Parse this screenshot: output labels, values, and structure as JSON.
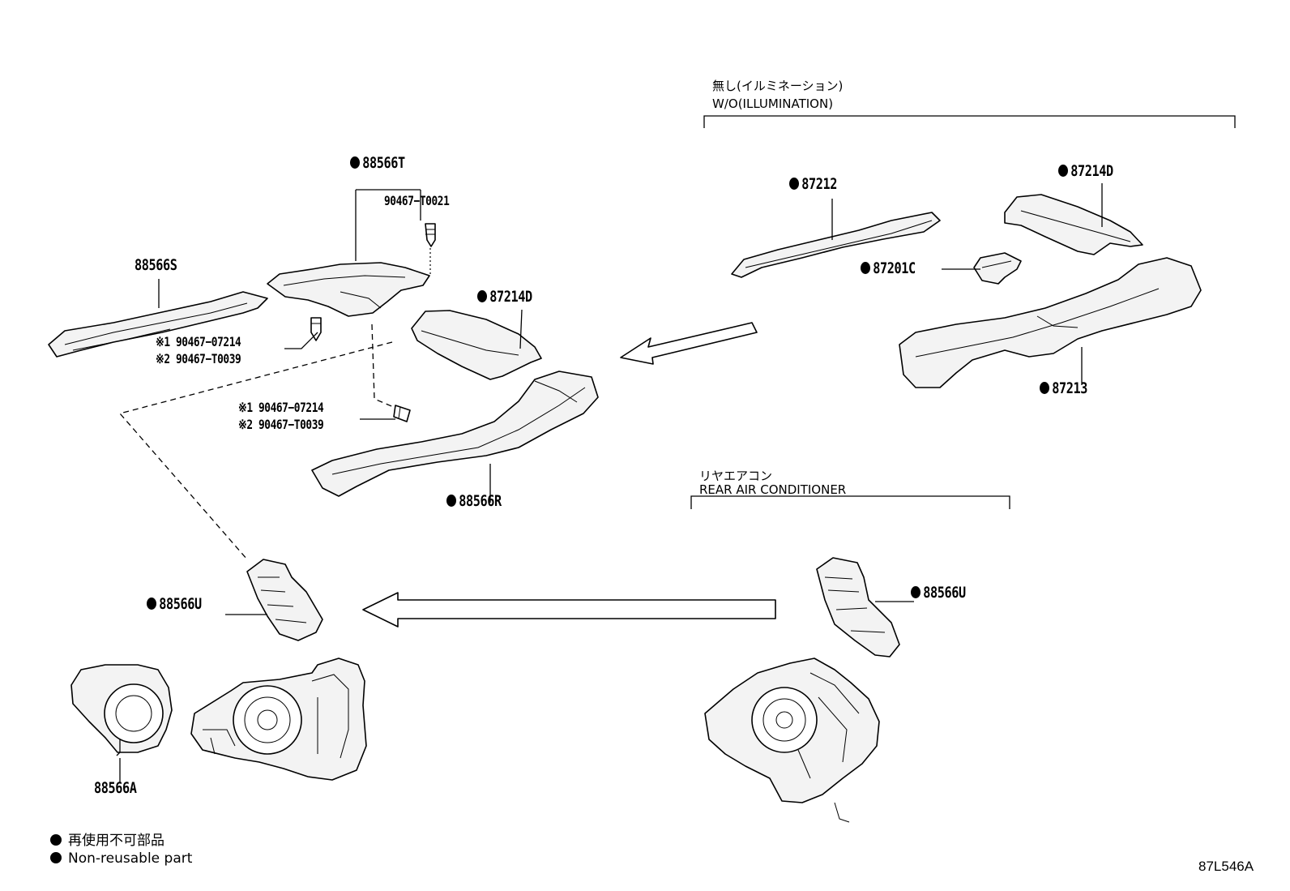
{
  "sections": {
    "wo_illumination": {
      "jp": "無し(イルミネーション)",
      "en": "W/O(ILLUMINATION)"
    },
    "rear_ac": {
      "jp": "リヤエアコン",
      "en": "REAR AIR CONDITIONER"
    }
  },
  "labels": {
    "p88566T": "88566T",
    "p90467_T0021": "90467−T0021",
    "p88566S": "88566S",
    "n1a_mark": "※1",
    "n1a_part": "90467−07214",
    "n2a_mark": "※2",
    "n2a_part": "90467−T0039",
    "n1b_mark": "※1",
    "n1b_part": "90467−07214",
    "n2b_mark": "※2",
    "n2b_part": "90467−T0039",
    "p87214D_left": "87214D",
    "p88566R": "88566R",
    "p88566U_left": "88566U",
    "p88566A": "88566A",
    "p87212": "87212",
    "p87214D_right": "87214D",
    "p87201C": "87201C",
    "p87213": "87213",
    "p88566U_right": "88566U"
  },
  "legend": {
    "jp": "再使用不可部品",
    "en": "Non-reusable part",
    "marker": "filled-dot"
  },
  "diagram_code": "87L546A",
  "colors": {
    "line": "#000000",
    "background": "#ffffff",
    "part_fill": "#f3f3f3"
  }
}
